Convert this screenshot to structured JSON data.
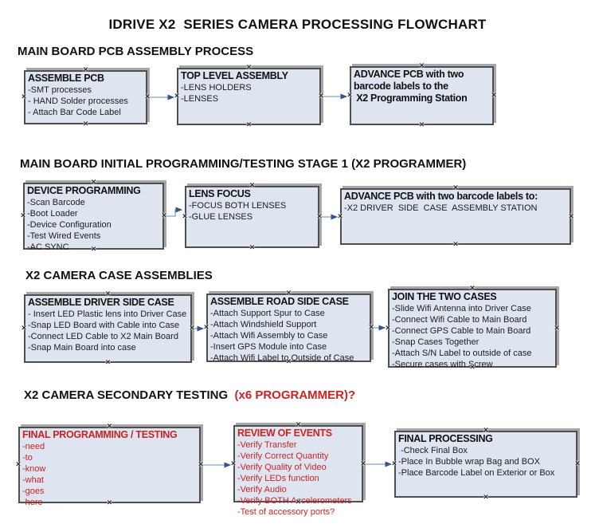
{
  "main_title": "IDRIVE X2  SERIES CAMERA PROCESSING FLOWCHART",
  "colors": {
    "box_fill": "#dee5f1",
    "box_border": "#4f4f4f",
    "box_shadow": "#a8a8a8",
    "arrow_line": "#95b3d7",
    "arrow_head": "#36538e",
    "red": "#cc2222"
  },
  "sections": [
    {
      "heading": "MAIN BOARD PCB ASSEMBLY PROCESS",
      "boxes": [
        {
          "id": "assemble-pcb",
          "title": "ASSEMBLE PCB",
          "color": "black",
          "items": [
            "-SMT processes",
            "- HAND Solder processes",
            "- Attach Bar Code Label"
          ]
        },
        {
          "id": "top-level-assembly",
          "title": "TOP LEVEL ASSEMBLY",
          "color": "black",
          "items": [
            "-LENS HOLDERS",
            "-LENSES"
          ]
        },
        {
          "id": "advance-pcb-programming",
          "title": "ADVANCE PCB with two\nbarcode labels to the\n X2 Programming Station",
          "color": "black",
          "items": []
        }
      ]
    },
    {
      "heading": "MAIN BOARD INITIAL PROGRAMMING/TESTING STAGE 1 (X2 PROGRAMMER)",
      "boxes": [
        {
          "id": "device-programming",
          "title": "DEVICE PROGRAMMING",
          "color": "black",
          "items": [
            "-Scan Barcode",
            "-Boot Loader",
            "-Device Configuration",
            "-Test Wired Events",
            "-AC SYNC"
          ]
        },
        {
          "id": "lens-focus",
          "title": "LENS FOCUS",
          "color": "black",
          "items": [
            "-FOCUS BOTH LENSES",
            "-GLUE LENSES"
          ]
        },
        {
          "id": "advance-pcb-driver-side",
          "title": "ADVANCE PCB with two barcode labels to:",
          "color": "black",
          "items": [
            "-X2 DRIVER  SIDE  CASE  ASSEMBLY STATION"
          ]
        }
      ]
    },
    {
      "heading": "X2 CAMERA CASE ASSEMBLIES",
      "boxes": [
        {
          "id": "assemble-driver-side-case",
          "title": "ASSEMBLE DRIVER SIDE CASE",
          "color": "black",
          "items": [
            "- Insert LED Plastic lens into Driver Case",
            "-Snap LED Board with Cable into Case",
            "-Connect LED Cable to X2 Main Board",
            "-Snap Main Board into case"
          ]
        },
        {
          "id": "assemble-road-side-case",
          "title": "ASSEMBLE ROAD SIDE CASE",
          "color": "black",
          "items": [
            "-Attach Support Spur to Case",
            "-Attach Windshield Support",
            "-Attach Wifi Assembly to Case",
            "-Insert GPS Module into Case",
            "-Attach Wifi Label to Outside of Case"
          ]
        },
        {
          "id": "join-the-two-cases",
          "title": "JOIN THE TWO CASES",
          "color": "black",
          "items": [
            "-Slide Wifi Antenna into Driver Case",
            "-Connect Wifi Cable to Main Board",
            "-Connect GPS Cable to Main Board",
            "-Snap Cases Together",
            "-Attach S/N Label to outside of case",
            "-Secure cases with Screw"
          ]
        }
      ]
    },
    {
      "heading": "X2 CAMERA SECONDARY TESTING  ",
      "heading_red": "(x6 PROGRAMMER)?",
      "boxes": [
        {
          "id": "final-programming-testing",
          "title": "FINAL PROGRAMMING / TESTING",
          "color": "red",
          "items": [
            "-need",
            "-to",
            "-know",
            "-what",
            "-goes",
            "-here"
          ]
        },
        {
          "id": "review-of-events",
          "title": "REVIEW OF EVENTS",
          "color": "red",
          "items": [
            "-Verify Transfer",
            "-Verify Correct Quantity",
            "-Verify Quality of Video",
            "-Verify LEDs function",
            "-Verify Audio",
            "-Verify BOTH Accelerometers",
            "-Test of accessory ports?"
          ]
        },
        {
          "id": "final-processing",
          "title": "FINAL PROCESSING",
          "color": "black",
          "items": [
            " -Check Final Box",
            "-Place In Bubble wrap Bag and BOX",
            "-Place Barcode Label on Exterior or Box"
          ]
        }
      ]
    }
  ],
  "arrows": [
    {
      "from": "assemble-pcb",
      "to": "top-level-assembly",
      "style": "straight"
    },
    {
      "from": "top-level-assembly",
      "to": "advance-pcb-programming",
      "style": "straight"
    },
    {
      "from": "device-programming",
      "to": "lens-focus",
      "style": "elbow"
    },
    {
      "from": "lens-focus",
      "to": "advance-pcb-driver-side",
      "style": "straight"
    },
    {
      "from": "assemble-driver-side-case",
      "to": "assemble-road-side-case",
      "style": "straight"
    },
    {
      "from": "assemble-road-side-case",
      "to": "join-the-two-cases",
      "style": "straight"
    },
    {
      "from": "final-programming-testing",
      "to": "review-of-events",
      "style": "straight"
    },
    {
      "from": "review-of-events",
      "to": "final-processing",
      "style": "straight"
    }
  ]
}
